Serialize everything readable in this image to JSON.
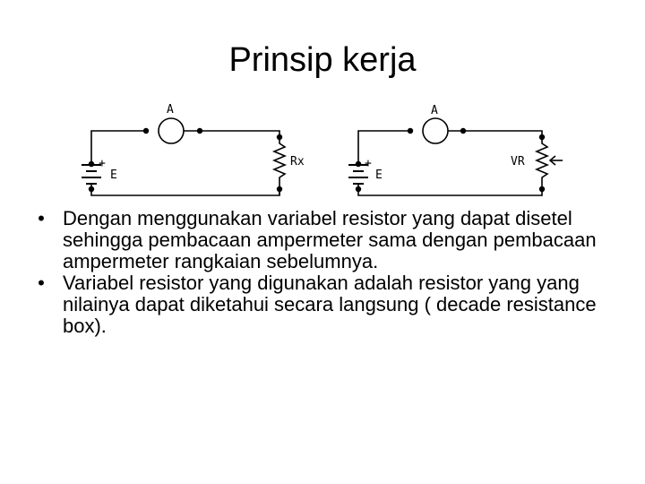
{
  "slide": {
    "title": "Prinsip kerja",
    "bullets": [
      "Dengan menggunakan variabel resistor yang dapat disetel sehingga pembacaan ampermeter sama dengan pembacaan ampermeter rangkaian sebelumnya.",
      "Variabel resistor yang digunakan adalah resistor yang yang nilainya dapat diketahui secara langsung ( decade resistance box)."
    ],
    "bullet_symbol": "•"
  },
  "circuit_left": {
    "meter_label": "A",
    "source_label": "E",
    "polarity": "+",
    "resistor_label": "Rx"
  },
  "circuit_right": {
    "meter_label": "A",
    "source_label": "E",
    "polarity": "+",
    "resistor_label": "VR"
  }
}
